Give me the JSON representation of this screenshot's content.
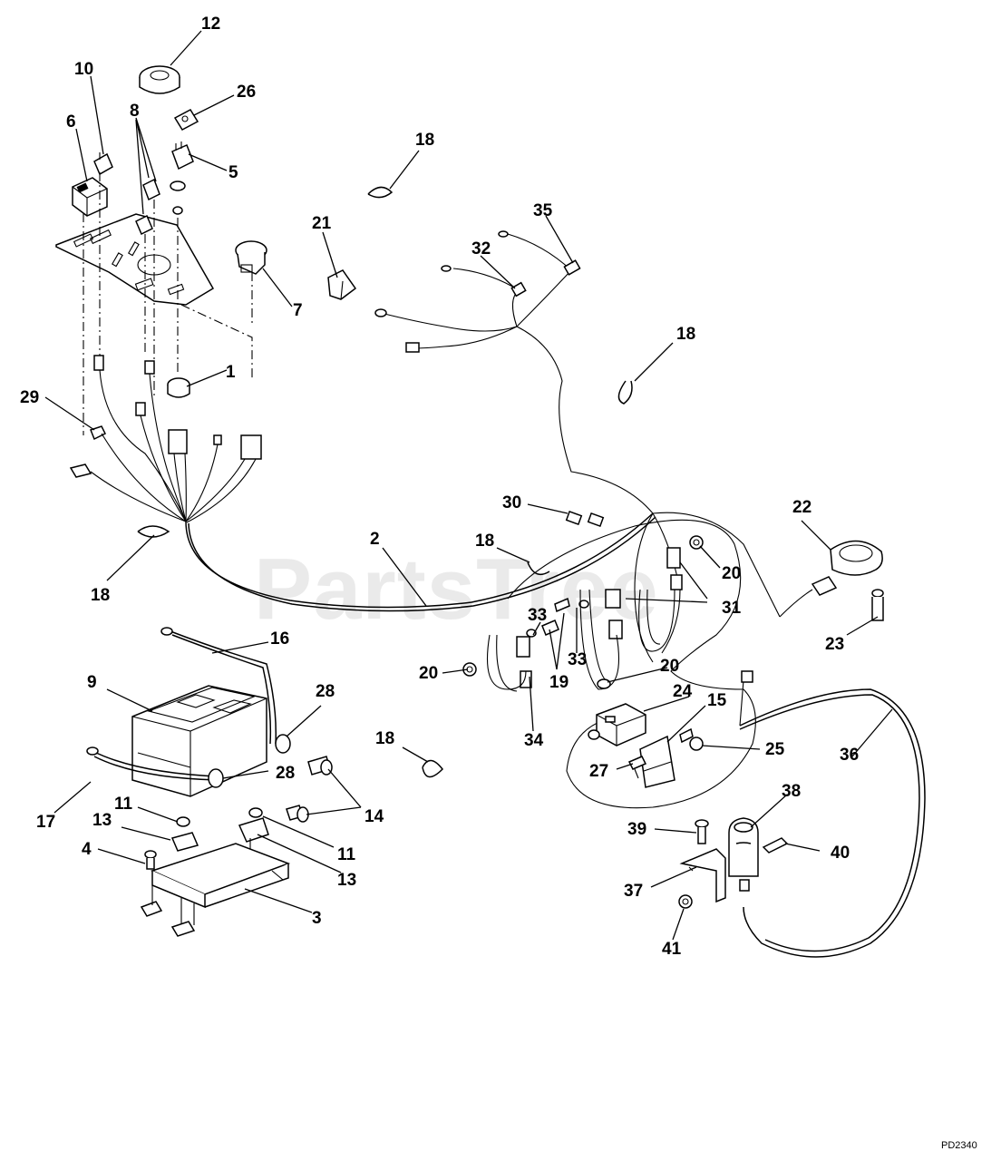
{
  "diagram": {
    "watermark": "PartsTree",
    "drawing_code": "PD2340",
    "callouts": [
      {
        "id": "12",
        "label": "12"
      },
      {
        "id": "10",
        "label": "10"
      },
      {
        "id": "26",
        "label": "26"
      },
      {
        "id": "8",
        "label": "8"
      },
      {
        "id": "6",
        "label": "6"
      },
      {
        "id": "5",
        "label": "5"
      },
      {
        "id": "18a",
        "label": "18"
      },
      {
        "id": "35",
        "label": "35"
      },
      {
        "id": "21",
        "label": "21"
      },
      {
        "id": "32",
        "label": "32"
      },
      {
        "id": "7",
        "label": "7"
      },
      {
        "id": "18b",
        "label": "18"
      },
      {
        "id": "1",
        "label": "1"
      },
      {
        "id": "29",
        "label": "29"
      },
      {
        "id": "30",
        "label": "30"
      },
      {
        "id": "22",
        "label": "22"
      },
      {
        "id": "2",
        "label": "2"
      },
      {
        "id": "18c",
        "label": "18"
      },
      {
        "id": "18d",
        "label": "18"
      },
      {
        "id": "20a",
        "label": "20"
      },
      {
        "id": "31",
        "label": "31"
      },
      {
        "id": "33a",
        "label": "33"
      },
      {
        "id": "33b",
        "label": "33"
      },
      {
        "id": "19",
        "label": "19"
      },
      {
        "id": "23",
        "label": "23"
      },
      {
        "id": "16",
        "label": "16"
      },
      {
        "id": "20b",
        "label": "20"
      },
      {
        "id": "20c",
        "label": "20"
      },
      {
        "id": "9",
        "label": "9"
      },
      {
        "id": "24",
        "label": "24"
      },
      {
        "id": "15",
        "label": "15"
      },
      {
        "id": "28a",
        "label": "28"
      },
      {
        "id": "34",
        "label": "34"
      },
      {
        "id": "25",
        "label": "25"
      },
      {
        "id": "36",
        "label": "36"
      },
      {
        "id": "18e",
        "label": "18"
      },
      {
        "id": "28b",
        "label": "28"
      },
      {
        "id": "27",
        "label": "27"
      },
      {
        "id": "38",
        "label": "38"
      },
      {
        "id": "11a",
        "label": "11"
      },
      {
        "id": "17",
        "label": "17"
      },
      {
        "id": "14",
        "label": "14"
      },
      {
        "id": "13a",
        "label": "13"
      },
      {
        "id": "39",
        "label": "39"
      },
      {
        "id": "40",
        "label": "40"
      },
      {
        "id": "11b",
        "label": "11"
      },
      {
        "id": "4",
        "label": "4"
      },
      {
        "id": "13b",
        "label": "13"
      },
      {
        "id": "37",
        "label": "37"
      },
      {
        "id": "3",
        "label": "3"
      },
      {
        "id": "41",
        "label": "41"
      }
    ]
  }
}
